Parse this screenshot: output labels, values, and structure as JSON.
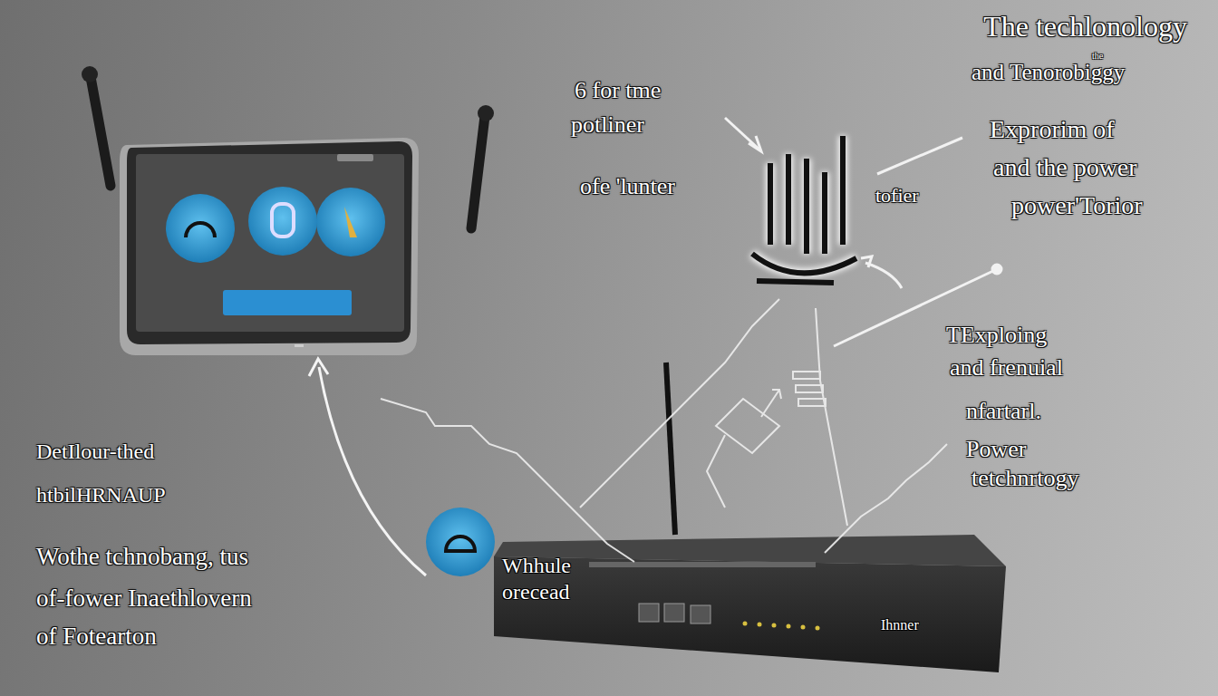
{
  "diagram": {
    "nodes": [
      {
        "text": [
          "Whhule orecead",
          "Ihnner"
        ]
      }
    ],
    "labels": [
      "The techlonology",
      "the",
      "and Tenorobiggy",
      "6 for tme",
      "potliner",
      "Exprorim of",
      "and the power",
      "ofe 'lunter",
      "tofier",
      "power'Torior",
      "TExploing",
      "and frenuial",
      "nfartarl.",
      "Power",
      "tetchnrtogy",
      "DetIlour-thed",
      "htbilHRNAUP",
      "Wothe tchnobang, tus",
      "of-fower Inaethlovern",
      "of Fotearton"
    ]
  }
}
